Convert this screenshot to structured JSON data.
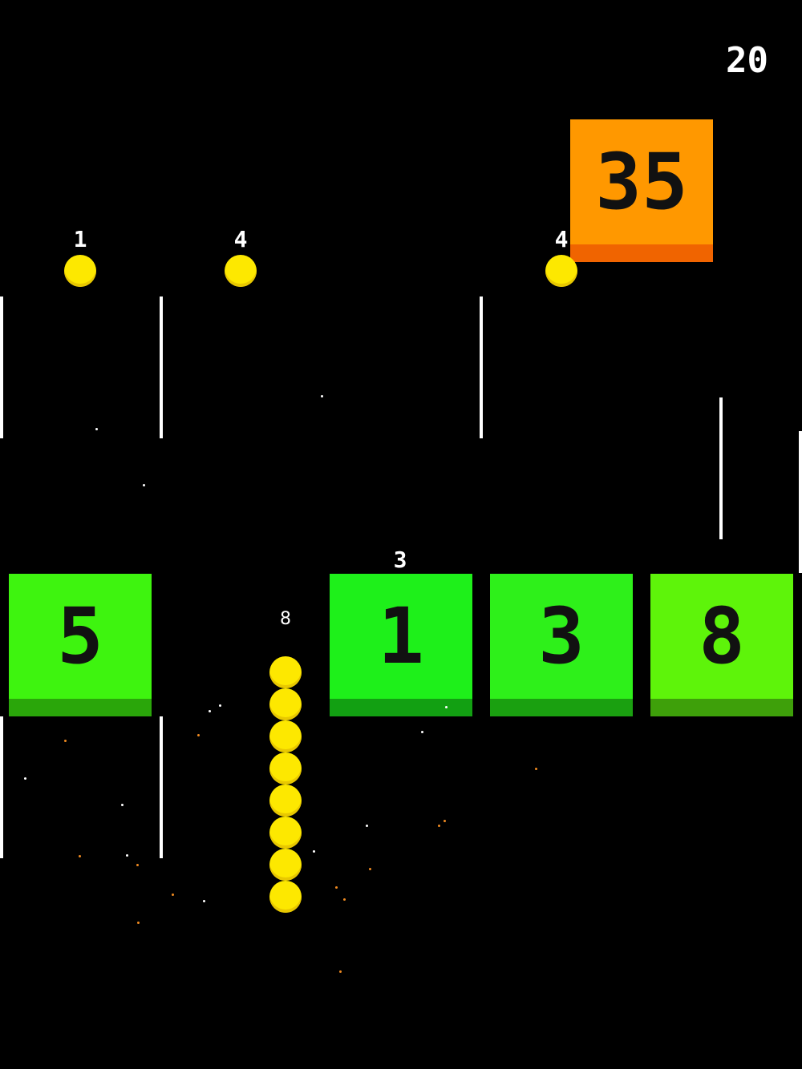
{
  "hud": {
    "score": "20"
  },
  "blocks": {
    "orange_top": {
      "value": "35",
      "color": "#ff9800",
      "base": "#f06400"
    },
    "row": [
      {
        "value": "5",
        "color": "#3ef40f",
        "base": "#2aa60a"
      },
      {
        "value": "1",
        "color": "#1ef01a",
        "base": "#12a012"
      },
      {
        "value": "3",
        "color": "#2ef01a",
        "base": "#1aa010"
      },
      {
        "value": "8",
        "color": "#5ef40a",
        "base": "#3ea00a"
      }
    ]
  },
  "pellets": [
    {
      "value": "1"
    },
    {
      "value": "4"
    },
    {
      "value": "4"
    }
  ],
  "block_pickup_label": "3",
  "snake": {
    "length": "8",
    "color": "#fde800"
  }
}
